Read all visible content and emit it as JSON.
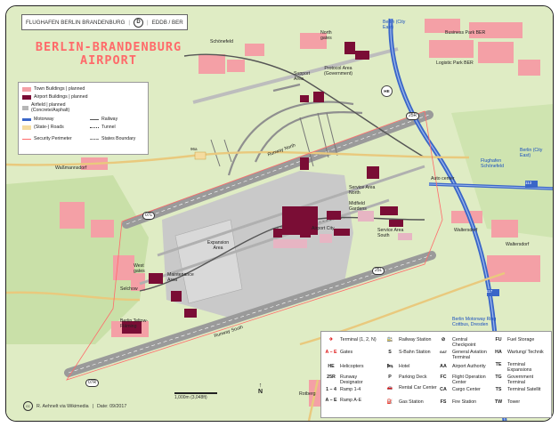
{
  "header": {
    "name": "FLUGHAFEN BERLIN BRANDENBURG",
    "badge": "D",
    "codes": "EDDB / BER"
  },
  "title": "BERLIN-BRANDENBURG AIRPORT",
  "legend_top": [
    {
      "key": "town",
      "label": "Town Buildings | planned",
      "color": "#f4a0a6"
    },
    {
      "key": "airport",
      "label": "Airport Buildings | planned",
      "color": "#7a0d35"
    },
    {
      "key": "airfield",
      "label": "Airfield | planned (Concrete/Asphalt)",
      "color": "#b6b6b6"
    },
    {
      "key": "motorway",
      "label": "Motorway",
      "color": "#3a66c8"
    },
    {
      "key": "railway",
      "label": "Railway",
      "color": "#555555"
    },
    {
      "key": "state_roads",
      "label": "(State-) Roads",
      "color": "#f5dca0"
    },
    {
      "key": "tunnel",
      "label": "Tunnel",
      "color": "#333333"
    },
    {
      "key": "security",
      "label": "Security Perimeter",
      "color": "#ff6a6a"
    },
    {
      "key": "states_boundary",
      "label": "States Boundary",
      "color": "#888888"
    }
  ],
  "legend_bottom": [
    {
      "abbr": "✈",
      "text": "Terminal (1, 2, N)"
    },
    {
      "abbr": "A – E",
      "text": "Gates"
    },
    {
      "abbr": "HE",
      "text": "Helicopters"
    },
    {
      "abbr": "25R",
      "text": "Runway Designator"
    },
    {
      "abbr": "1 – 4",
      "text": "Ramp 1-4"
    },
    {
      "abbr": "A – E",
      "text": "Ramp A-E"
    },
    {
      "abbr": "🚉",
      "text": "Railway Station"
    },
    {
      "abbr": "S",
      "text": "S-Bahn Station"
    },
    {
      "abbr": "🛏",
      "text": "Hotel"
    },
    {
      "abbr": "P",
      "text": "Parking Deck"
    },
    {
      "abbr": "🚗",
      "text": "Rental Car Center"
    },
    {
      "abbr": "⛽",
      "text": "Gas Station"
    },
    {
      "abbr": "⊘",
      "text": "Central Checkpoint"
    },
    {
      "abbr": "GAT",
      "text": "General Aviation Terminal"
    },
    {
      "abbr": "AA",
      "text": "Airport Authority"
    },
    {
      "abbr": "FC",
      "text": "Flight Operation Center"
    },
    {
      "abbr": "CA",
      "text": "Cargo Center"
    },
    {
      "abbr": "FS",
      "text": "Fire Station"
    },
    {
      "abbr": "FU",
      "text": "Fuel Storage"
    },
    {
      "abbr": "HA",
      "text": "Wartung/ Technik"
    },
    {
      "abbr": "TE",
      "text": "Terminal Expansions"
    },
    {
      "abbr": "TG",
      "text": "Government Terminal"
    },
    {
      "abbr": "TS",
      "text": "Terminal Satellit"
    },
    {
      "abbr": "TW",
      "text": "Tower"
    }
  ],
  "credit": {
    "cc": "cc",
    "text": "R. Aehnelt via Wikimedia",
    "date": "Date: 09/2017"
  },
  "scale": "1,000m (3,048ft)",
  "north": "N",
  "places": {
    "schonefeld": "Schönefeld",
    "north_gates": "North gates",
    "support_area": "Support Area",
    "protocol": "Protocol Area (Government)",
    "waltersdorf_top": "Waßmannsdorf",
    "runway_north": "Runway North",
    "runway_south": "Runway South",
    "expansion": "Expansion Area",
    "airport_city": "Airport City",
    "service_north": "Service Area North",
    "midfield": "Midfield Gardens",
    "service_south": "Service Area South",
    "selchow": "Selchow",
    "west_gates": "West gates",
    "maintenance": "Maintenance Area",
    "berlin_teltow": "Berlin Teltow-Fläming",
    "rotberg": "Rotberg",
    "waltersdorf": "Waltersdorf",
    "auto_center": "Auto center",
    "business_park": "Business Park BER",
    "logistic_park": "Logistic Park BER",
    "flughafen_sbf": "Flughafen Schönefeld",
    "berlin_city_east_top": "Berlin (City East)",
    "berlin_city_east": "Berlin (City East)",
    "berlin_ring": "Berlin Motorway Ring Cottbus, Dresden",
    "road_96a": "96a",
    "a113": "113",
    "a117": "117",
    "r07l": "07L",
    "r25l": "25L",
    "r25r": "25R",
    "r07r": "07R",
    "he": "HE"
  }
}
